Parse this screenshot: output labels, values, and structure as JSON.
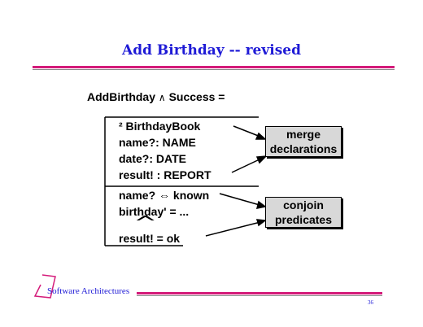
{
  "slide": {
    "title": "Add Birthday -- revised",
    "header": {
      "left": "AddBirthday",
      "op": "∧",
      "right": "Success ="
    },
    "declarations": {
      "include": "² BirthdayBook",
      "lines": [
        "name?: NAME",
        "date?: DATE",
        "result! : REPORT"
      ]
    },
    "predicates": {
      "lines": [
        "name? ⇔ known",
        "birthday' = ...",
        "result! = ok"
      ],
      "hat": "^"
    },
    "labels": {
      "merge": [
        "merge",
        "declarations"
      ],
      "conjoin": [
        "conjoin",
        "predicates"
      ]
    },
    "footer": {
      "text": "Software Architectures",
      "page": "36"
    },
    "colors": {
      "title": "#1e1ad6",
      "rule": "#d41b7a",
      "box_fill": "#d8d8d8"
    }
  }
}
